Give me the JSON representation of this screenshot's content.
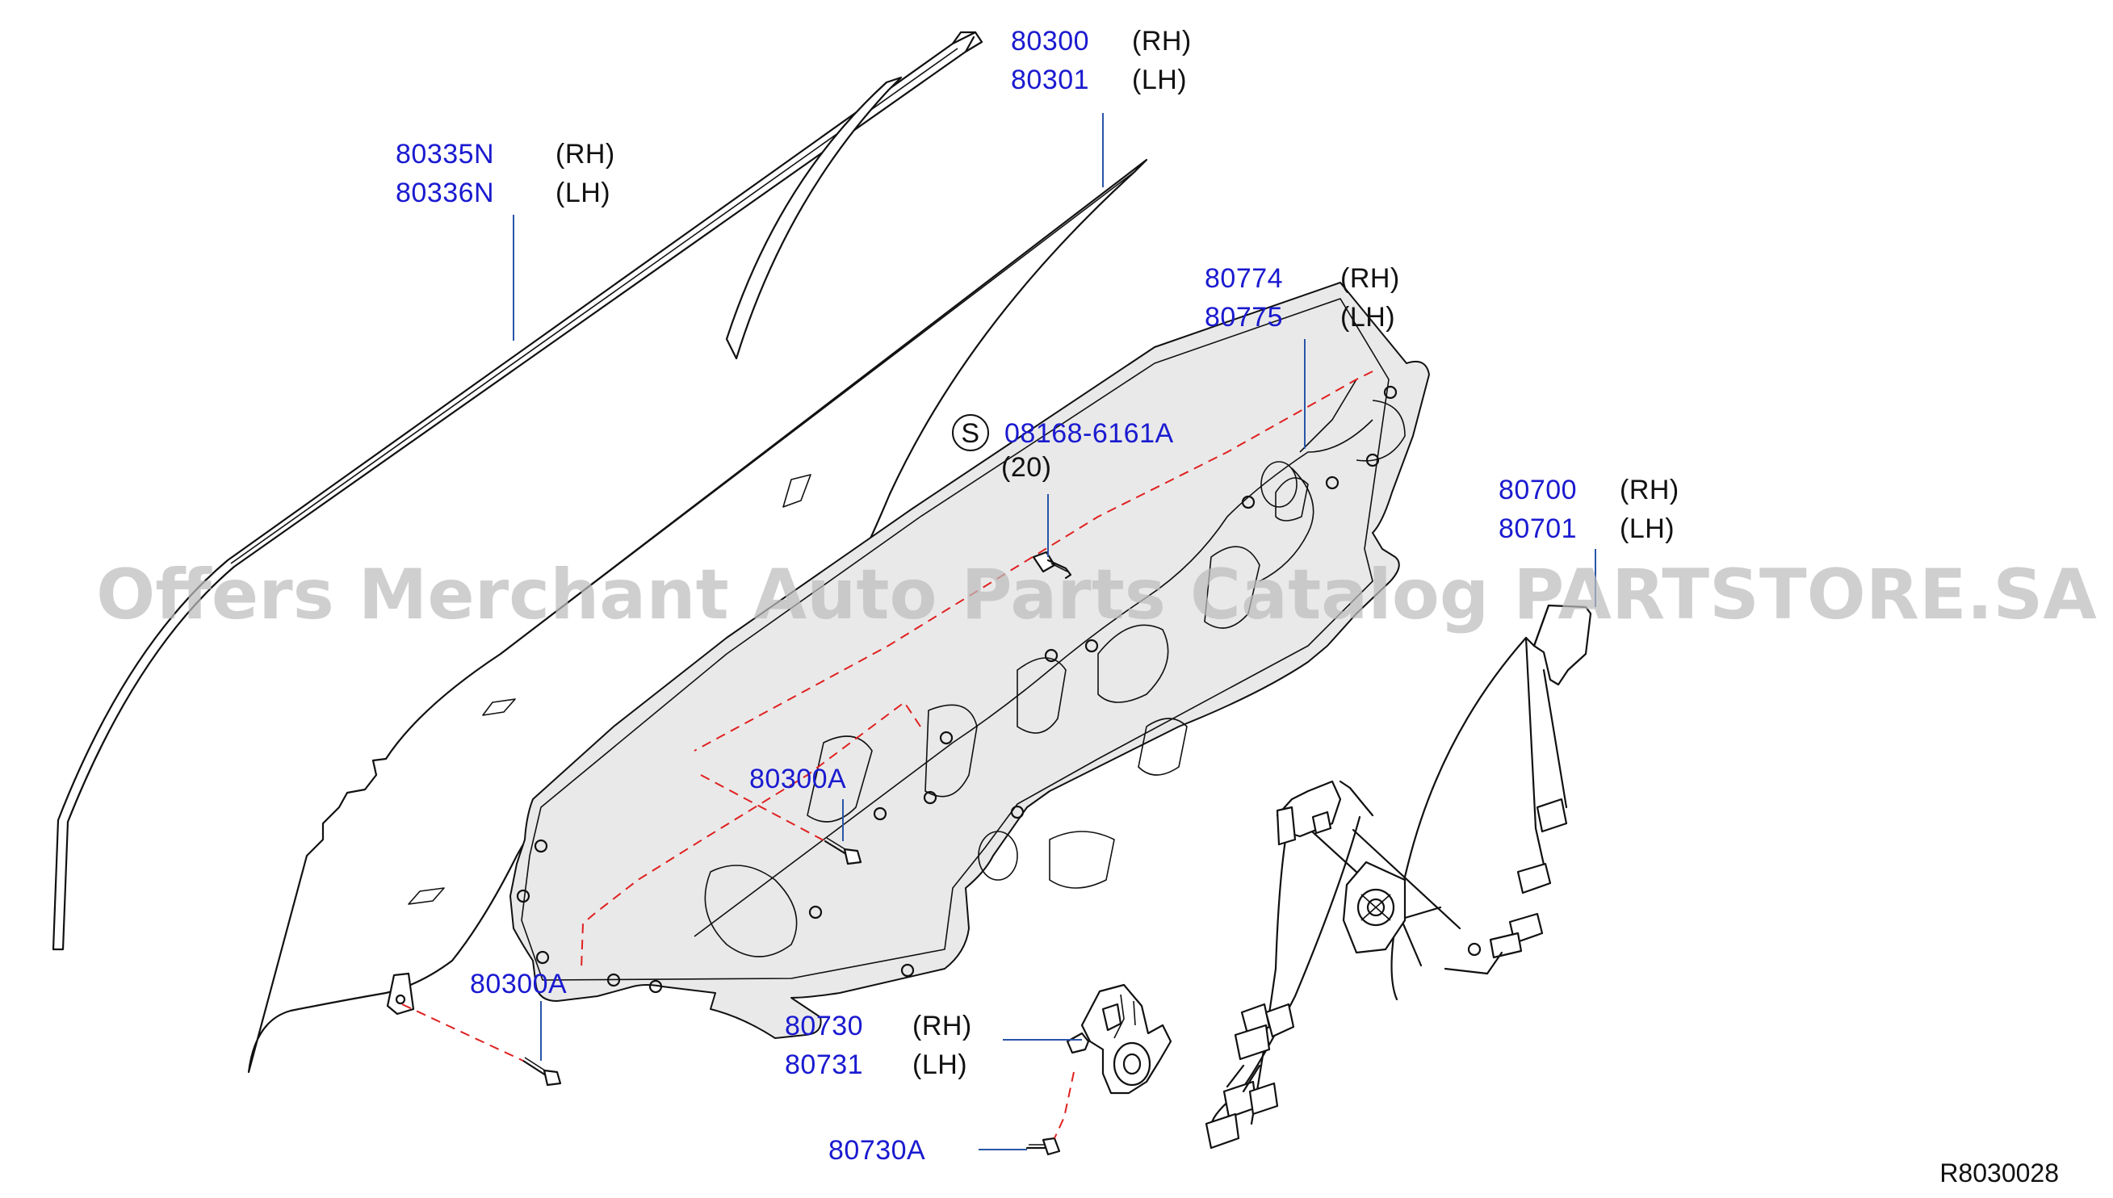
{
  "watermark": "Offers Merchant Auto Parts Catalog PARTSTORE.SA",
  "diagram_ref": "R8030028",
  "callouts": {
    "run_channel": {
      "num_rh": "80335N",
      "side_rh": "(RH)",
      "num_lh": "80336N",
      "side_lh": "(LH)"
    },
    "glass": {
      "num_rh": "80300",
      "side_rh": "(RH)",
      "num_lh": "80301",
      "side_lh": "(LH)"
    },
    "module_panel": {
      "num_rh": "80774",
      "side_rh": "(RH)",
      "num_lh": "80775",
      "side_lh": "(LH)"
    },
    "screw": {
      "badge": "S",
      "num": "08168-6161A",
      "qty": "(20)"
    },
    "regulator": {
      "num_rh": "80700",
      "side_rh": "(RH)",
      "num_lh": "80701",
      "side_lh": "(LH)"
    },
    "glass_bolt_upper": {
      "num": "80300A"
    },
    "glass_bolt_lower": {
      "num": "80300A"
    },
    "motor": {
      "num_rh": "80730",
      "side_rh": "(RH)",
      "num_lh": "80731",
      "side_lh": "(LH)"
    },
    "motor_bolt": {
      "num": "80730A"
    }
  }
}
